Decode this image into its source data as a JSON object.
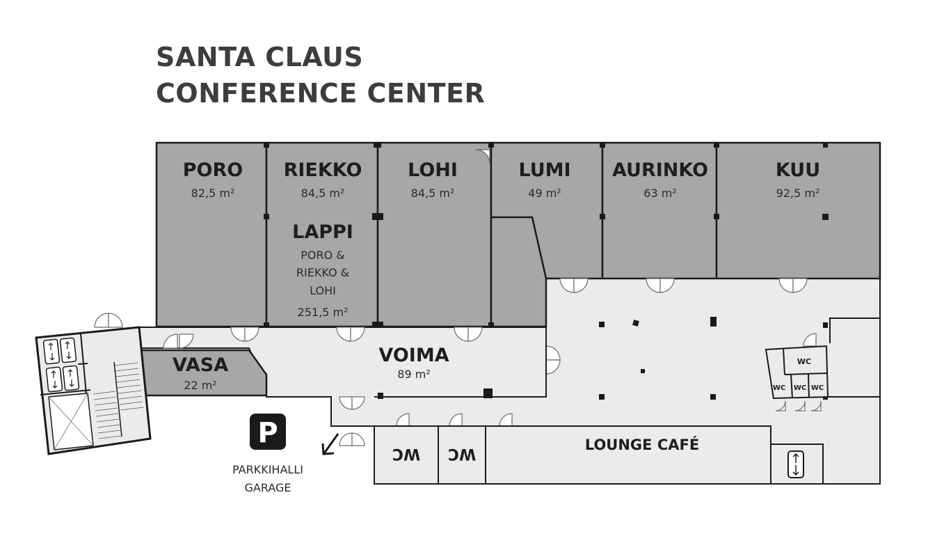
{
  "header": {
    "title_line1": "SANTA CLAUS",
    "title_line2": "CONFERENCE CENTER"
  },
  "rooms": {
    "poro": {
      "name": "PORO",
      "area": "82,5 m²"
    },
    "riekko": {
      "name": "RIEKKO",
      "area": "84,5 m²"
    },
    "lohi": {
      "name": "LOHI",
      "area": "84,5 m²"
    },
    "lumi": {
      "name": "LUMI",
      "area": "49 m²"
    },
    "aurinko": {
      "name": "AURINKO",
      "area": "63 m²"
    },
    "kuu": {
      "name": "KUU",
      "area": "92,5 m²"
    },
    "lappi": {
      "name": "LAPPI",
      "line1": "PORO &",
      "line2": "RIEKKO &",
      "line3": "LOHI",
      "area": "251,5 m²"
    },
    "voima": {
      "name": "VOIMA",
      "area": "89 m²"
    },
    "vasa": {
      "name": "VASA",
      "area": "22 m²"
    },
    "lounge": {
      "name": "LOUNGE CAFÉ"
    },
    "wc": "WC"
  },
  "parking": {
    "symbol": "P",
    "line1": "PARKKIHALLI",
    "line2": "GARAGE"
  },
  "colors": {
    "room_fill": "#a7a7a9",
    "corridor_fill": "#ebebec",
    "wall": "#1a1a1a",
    "title": "#3d3d3d"
  }
}
